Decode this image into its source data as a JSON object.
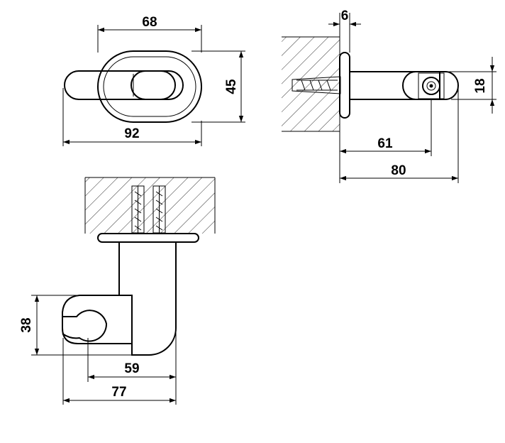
{
  "dimensions": {
    "top_view": {
      "width_outer": "68",
      "height": "45",
      "total_length": "92"
    },
    "side_view": {
      "plate_thickness": "6",
      "height": "18",
      "to_holder": "61",
      "total_depth": "80"
    },
    "front_view": {
      "holder_height": "38",
      "to_wall": "59",
      "total_depth": "77"
    }
  },
  "colors": {
    "line": "#000000",
    "background": "#ffffff"
  }
}
